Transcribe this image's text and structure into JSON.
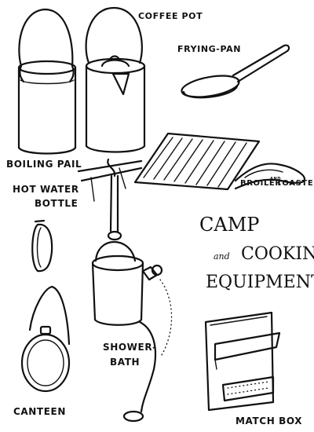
{
  "labels": {
    "coffee_pot": "COFFEE POT",
    "frying_pan": "FRYING-PAN",
    "boiling_pail": "BOILING PAIL",
    "hot_water_bottle_1": "HOT WATER",
    "hot_water_bottle_2": "BOTTLE",
    "broiler_and_toaster": "BROILER",
    "broiler_and": "AND",
    "toaster": "TOASTER",
    "shower_bath_1": "SHOWER-",
    "shower_bath_2": "BATH",
    "canteen": "CANTEEN",
    "match_box": "MATCH BOX"
  },
  "title": {
    "line1": "CAMP",
    "and": "and",
    "cooking": "COOKING",
    "line3": "EQUIPMENT"
  },
  "colors": {
    "ink": "#111111",
    "paper": "#ffffff"
  }
}
